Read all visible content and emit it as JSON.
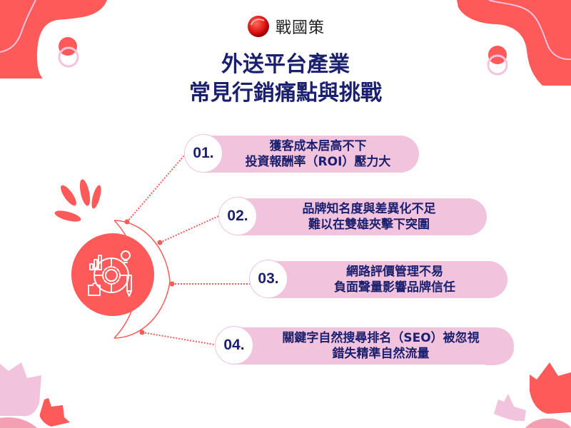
{
  "brand": {
    "logo_text": "戰國策",
    "logo_icon": "red-sphere-logo-icon"
  },
  "title": {
    "line1": "外送平台產業",
    "line2": "常見行銷痛點與挑戰"
  },
  "items": [
    {
      "number": "01.",
      "line1": "獲客成本居高不下",
      "line2": "投資報酬率（ROI）壓力大"
    },
    {
      "number": "02.",
      "line1": "品牌知名度與差異化不足",
      "line2": "難以在雙雄夾擊下突圍"
    },
    {
      "number": "03.",
      "line1": "網路評價管理不易",
      "line2": "負面聲量影響品牌信任"
    },
    {
      "number": "04.",
      "line1": "關鍵字自然搜尋排名（SEO）被忽視",
      "line2": "錯失精準自然流量"
    }
  ],
  "hub_icon": "strategy-gear-chart-icon",
  "colors": {
    "coral": "#ff5a5a",
    "pink": "#f2c3dc",
    "navy": "#1a1f6e",
    "background": "#ffffff"
  }
}
